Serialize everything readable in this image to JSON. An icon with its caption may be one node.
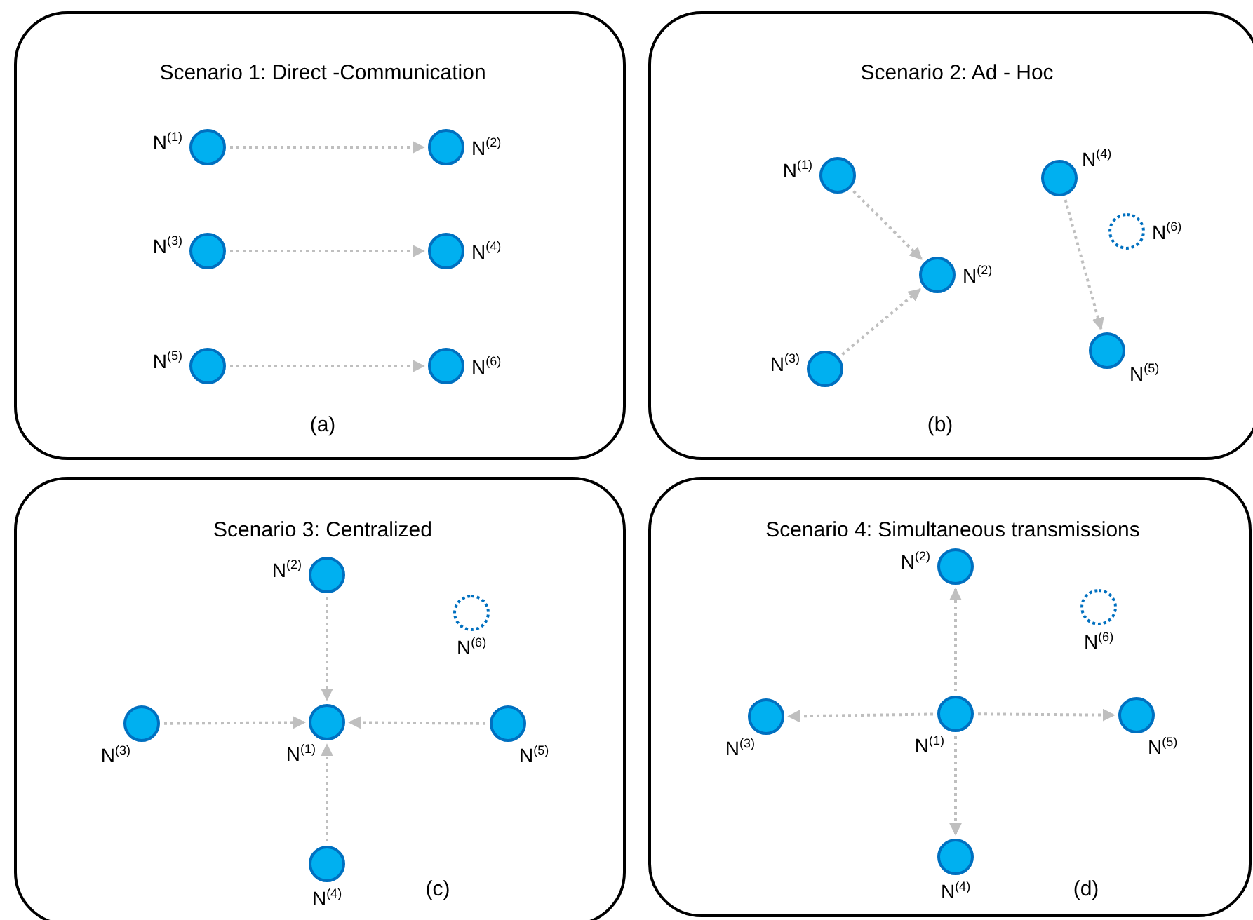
{
  "diagram": {
    "nodes": [
      {
        "text": [
          "Scenario 1: Direct -Communication",
          "(a)"
        ]
      },
      {
        "text": [],
        "shape": "circle",
        "in": 0,
        "beside": [
          "N$^{(1)}$"
        ]
      },
      {
        "text": [],
        "shape": "circle",
        "in": 0,
        "beside": [
          "N$^{(2)}$"
        ]
      },
      {
        "text": [],
        "shape": "circle",
        "in": 0,
        "beside": [
          "N$^{(3)}$"
        ]
      },
      {
        "text": [],
        "shape": "circle",
        "in": 0,
        "beside": [
          "N$^{(4)}$"
        ]
      },
      {
        "text": [],
        "shape": "circle",
        "in": 0,
        "beside": [
          "N$^{(5)}$"
        ]
      },
      {
        "text": [],
        "shape": "circle",
        "in": 0,
        "beside": [
          "N$^{(6)}$"
        ]
      },
      {
        "text": [
          "Scenario 2: Ad - Hoc",
          "(b)"
        ]
      },
      {
        "text": [],
        "shape": "circle",
        "in": 7,
        "beside": [
          "N$^{(1)}$"
        ]
      },
      {
        "text": [],
        "shape": "circle",
        "in": 7,
        "beside": [
          "N$^{(4)}$"
        ]
      },
      {
        "text": [],
        "shape": "circle",
        "in": 7,
        "beside": [
          "N$^{(6)}$"
        ]
      },
      {
        "text": [],
        "shape": "circle",
        "in": 7,
        "beside": [
          "N$^{(2)}$"
        ]
      },
      {
        "text": [],
        "shape": "circle",
        "in": 7,
        "beside": [
          "N$^{(3)}$"
        ]
      },
      {
        "text": [],
        "shape": "circle",
        "in": 7,
        "beside": [
          "N$^{(5)}$"
        ]
      },
      {
        "text": [
          "Scenario 3: Centralized",
          "(c)"
        ]
      },
      {
        "text": [],
        "shape": "circle",
        "in": 14,
        "beside": [
          "N$^{(2)}$"
        ]
      },
      {
        "text": [],
        "shape": "circle",
        "in": 14,
        "beside": [
          "N$^{(6)}$"
        ]
      },
      {
        "text": [],
        "shape": "circle",
        "in": 14,
        "beside": [
          "N$^{(3)}$"
        ]
      },
      {
        "text": [],
        "shape": "circle",
        "in": 14,
        "beside": [
          "N$^{(1)}$"
        ]
      },
      {
        "text": [],
        "shape": "circle",
        "in": 14,
        "beside": [
          "N$^{(5)}$"
        ]
      },
      {
        "text": [],
        "shape": "circle",
        "in": 14,
        "beside": [
          "N$^{(4)}$"
        ]
      },
      {
        "text": [
          "Scenario 4: Simultaneous transmissions",
          "(d)"
        ]
      },
      {
        "text": [],
        "shape": "circle",
        "in": 21,
        "beside": [
          "N$^{(2)}$"
        ]
      },
      {
        "text": [],
        "shape": "circle",
        "in": 21,
        "beside": [
          "N$^{(6)}$"
        ]
      },
      {
        "text": [],
        "shape": "circle",
        "in": 21,
        "beside": [
          "N$^{(3)}$"
        ]
      },
      {
        "text": [],
        "shape": "circle",
        "in": 21,
        "beside": [
          "N$^{(1)}$"
        ]
      },
      {
        "text": [],
        "shape": "circle",
        "in": 21,
        "beside": [
          "N$^{(5)}$"
        ]
      },
      {
        "text": [],
        "shape": "circle",
        "in": 21,
        "beside": [
          "N$^{(4)}$"
        ]
      }
    ],
    "edges": [
      {
        "from": 1,
        "to": 2,
        "arrow": "to",
        "style": "dashed"
      },
      {
        "from": 3,
        "to": 4,
        "arrow": "to",
        "style": "dashed"
      },
      {
        "from": 5,
        "to": 6,
        "arrow": "to",
        "style": "dashed"
      },
      {
        "from": 8,
        "to": 11,
        "arrow": "to",
        "style": "dashed"
      },
      {
        "from": 12,
        "to": 11,
        "arrow": "to",
        "style": "dashed"
      },
      {
        "from": 9,
        "to": 13,
        "arrow": "to",
        "style": "dashed"
      },
      {
        "from": 15,
        "to": 18,
        "arrow": "to",
        "style": "dashed"
      },
      {
        "from": 17,
        "to": 18,
        "arrow": "to",
        "style": "dashed"
      },
      {
        "from": 19,
        "to": 18,
        "arrow": "to",
        "style": "dashed"
      },
      {
        "from": 20,
        "to": 18,
        "arrow": "to",
        "style": "dashed"
      },
      {
        "from": 25,
        "to": 22,
        "arrow": "to",
        "style": "dashed"
      },
      {
        "from": 25,
        "to": 24,
        "arrow": "to",
        "style": "dashed"
      },
      {
        "from": 25,
        "to": 26,
        "arrow": "to",
        "style": "dashed"
      },
      {
        "from": 25,
        "to": 27,
        "arrow": "to",
        "style": "dashed"
      }
    ]
  }
}
